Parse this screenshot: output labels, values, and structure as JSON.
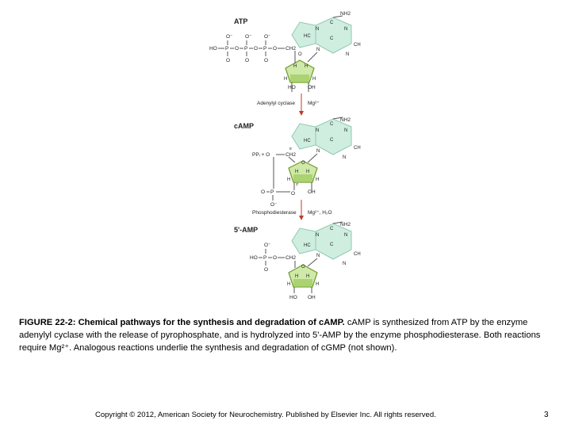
{
  "diagram": {
    "atp": {
      "label": "ATP",
      "nh2": "NH2",
      "phosphates": [
        "O⁻",
        "O⁻",
        "O⁻"
      ],
      "ho": "HO",
      "p": "P",
      "o": "O",
      "ch2": "CH2",
      "ring_atoms": [
        "N",
        "C",
        "C",
        "N",
        "C",
        "N",
        "HC",
        "C",
        "N",
        "CH"
      ],
      "sugar": [
        "O",
        "H",
        "H",
        "H",
        "H",
        "HO",
        "OH"
      ]
    },
    "step1": {
      "enzyme": "Adenylyl cyclase",
      "cofactor": "Mg²⁺"
    },
    "camp": {
      "label": "cAMP",
      "nh2": "NH2",
      "ppi": "PPᵢ + O",
      "ch2": "CH2",
      "ring_atoms": [
        "N",
        "C",
        "C",
        "N",
        "C",
        "N",
        "HC",
        "C",
        "N",
        "CH"
      ],
      "sugar": [
        "O",
        "H",
        "H",
        "H",
        "O",
        "OH"
      ],
      "phos": [
        "O",
        "P",
        "O⁻",
        "O"
      ]
    },
    "step2": {
      "enzyme": "Phosphodiesterase",
      "cofactor": "Mg²⁺, H₂O"
    },
    "amp5": {
      "label": "5'-AMP",
      "nh2": "NH2",
      "phos": [
        "O⁻",
        "HO",
        "P",
        "O",
        "O",
        "CH2"
      ],
      "ring_atoms": [
        "N",
        "C",
        "C",
        "N",
        "C",
        "N",
        "HC",
        "C",
        "N",
        "CH"
      ],
      "sugar": [
        "O",
        "H",
        "H",
        "H",
        "H",
        "HO",
        "OH"
      ]
    }
  },
  "caption": {
    "lead": "FIGURE 22-2: Chemical pathways for the synthesis and degradation of cAMP.",
    "body": " cAMP is synthesized from ATP by the enzyme adenylyl cyclase with the release of pyrophosphate, and is hydrolyzed into 5'-AMP by the enzyme phosphodiesterase. Both reactions require Mg²⁺. Analogous reactions underlie the synthesis and degradation of cGMP (not shown)."
  },
  "footer": {
    "copyright": "Copyright © 2012, American Society for Neurochemistry. Published by Elsevier Inc. All rights reserved.",
    "page_number": "3"
  },
  "colors": {
    "base_fill": "#cfeee0",
    "sugar_fill": "#cfe9a9",
    "sugar_edge": "#6f9a2a",
    "arrow": "#c0392b",
    "bond": "#555555"
  }
}
